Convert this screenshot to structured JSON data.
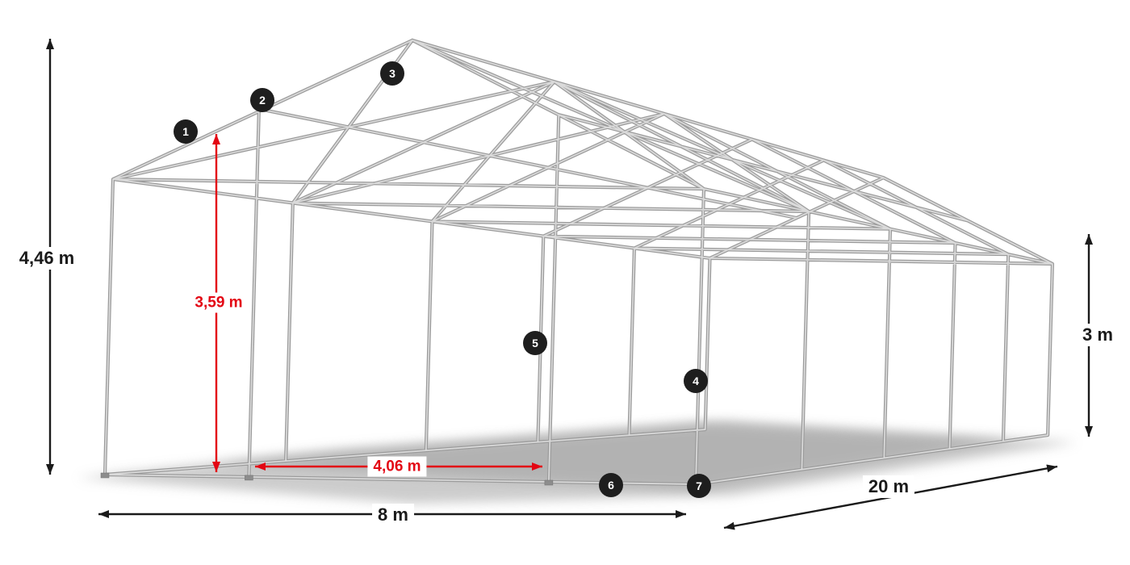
{
  "dimensions": {
    "total_height": {
      "label": "4,46 m",
      "color": "#1a1a1a"
    },
    "clear_height": {
      "label": "3,59 m",
      "color": "#e30613"
    },
    "clear_width": {
      "label": "4,06 m",
      "color": "#e30613"
    },
    "width": {
      "label": "8 m",
      "color": "#1a1a1a"
    },
    "length": {
      "label": "20 m",
      "color": "#1a1a1a"
    },
    "side_height": {
      "label": "3 m",
      "color": "#1a1a1a"
    }
  },
  "markers": [
    {
      "number": "1"
    },
    {
      "number": "2"
    },
    {
      "number": "3"
    },
    {
      "number": "4"
    },
    {
      "number": "5"
    },
    {
      "number": "6"
    },
    {
      "number": "7"
    }
  ],
  "colors": {
    "accent_red": "#e30613",
    "dimension_black": "#1a1a1a",
    "frame_gray": "#9c9c9c",
    "badge_background": "#1e1e1e",
    "badge_text": "#ffffff"
  }
}
